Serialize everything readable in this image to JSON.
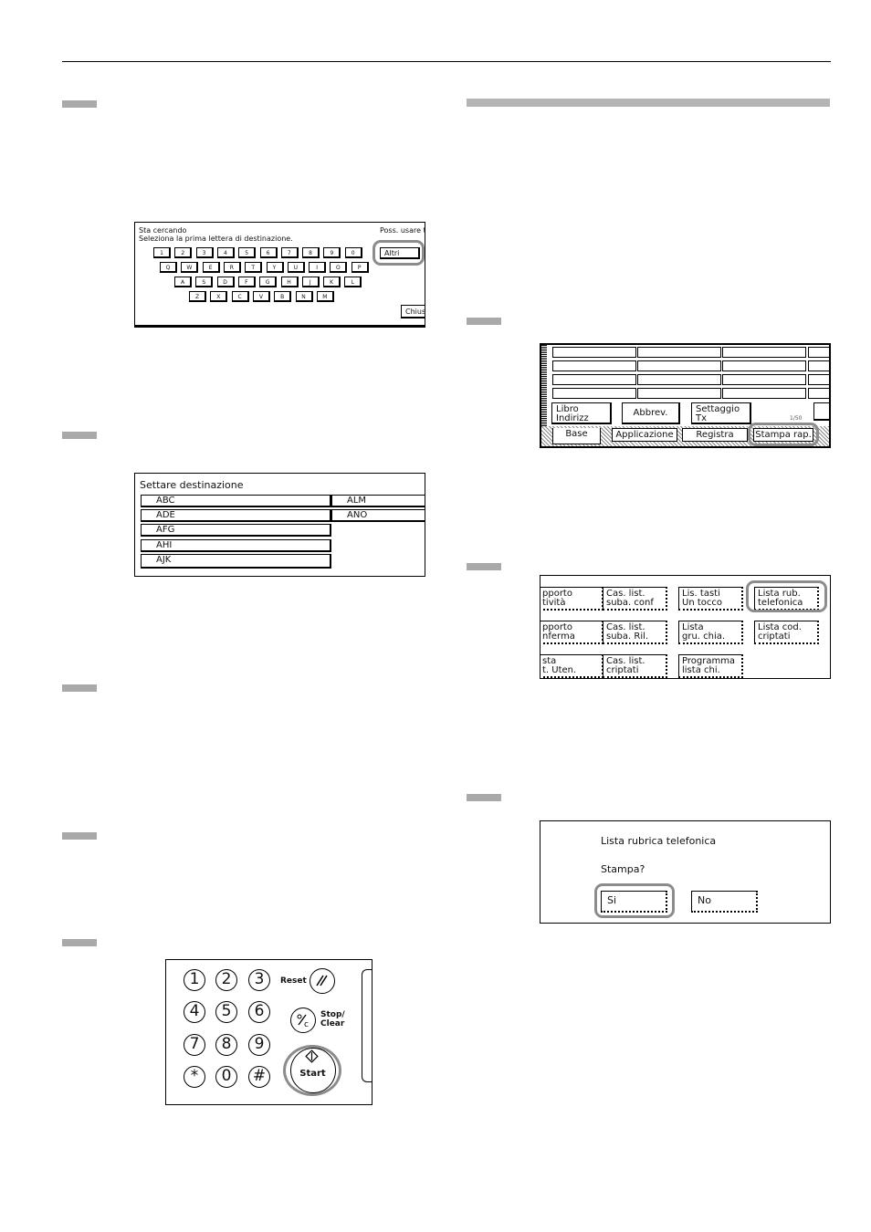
{
  "keyboard_panel": {
    "status": "Sta cercando",
    "hint": "Poss. usare t",
    "instruction": "Seleziona la prima lettera di destinazione.",
    "row1": [
      "1",
      "2",
      "3",
      "4",
      "5",
      "6",
      "7",
      "8",
      "9",
      "0"
    ],
    "row2": [
      "Q",
      "W",
      "E",
      "R",
      "T",
      "Y",
      "U",
      "I",
      "O",
      "P"
    ],
    "row3": [
      "A",
      "S",
      "D",
      "F",
      "G",
      "H",
      "J",
      "K",
      "L"
    ],
    "row4": [
      "Z",
      "X",
      "C",
      "V",
      "B",
      "N",
      "M"
    ],
    "altri": "Altri",
    "close": "Chius"
  },
  "destination_panel": {
    "title": "Settare destinazione",
    "left": [
      "ABC",
      "ADE",
      "AFG",
      "AHI",
      "AJK"
    ],
    "right": [
      "ALM",
      "ANO"
    ]
  },
  "keypad_panel": {
    "digits": [
      "1",
      "2",
      "3",
      "4",
      "5",
      "6",
      "7",
      "8",
      "9",
      "*",
      "0",
      "#"
    ],
    "reset": "Reset",
    "stop_clear": [
      "Stop/",
      "Clear"
    ],
    "start": "Start"
  },
  "tabs_panel": {
    "buttons": [
      {
        "line1": "Libro",
        "line2": "Indirizz"
      },
      {
        "line1": "Abbrev.",
        "line2": ""
      },
      {
        "line1": "Settaggio",
        "line2": "Tx"
      }
    ],
    "page_ind": "1/50",
    "tabs": [
      "Base",
      "Applicazione",
      "Registra",
      "Stampa rap."
    ]
  },
  "reports_panel": {
    "items": [
      {
        "line1": "pporto",
        "line2": "tività"
      },
      {
        "line1": "Cas. list.",
        "line2": "suba. conf"
      },
      {
        "line1": "Lis. tasti",
        "line2": "Un tocco"
      },
      {
        "line1": "Lista rub.",
        "line2": "telefonica"
      },
      {
        "line1": "pporto",
        "line2": "nferma"
      },
      {
        "line1": "Cas. list.",
        "line2": "suba. Ril."
      },
      {
        "line1": "Lista",
        "line2": "gru. chia."
      },
      {
        "line1": "Lista cod.",
        "line2": "criptati"
      },
      {
        "line1": "sta",
        "line2": "t. Uten."
      },
      {
        "line1": "Cas. list.",
        "line2": "criptati"
      },
      {
        "line1": "Programma",
        "line2": "lista chi."
      }
    ]
  },
  "confirm_panel": {
    "title": "Lista rubrica telefonica",
    "question": "Stampa?",
    "yes": "Si",
    "no": "No"
  }
}
